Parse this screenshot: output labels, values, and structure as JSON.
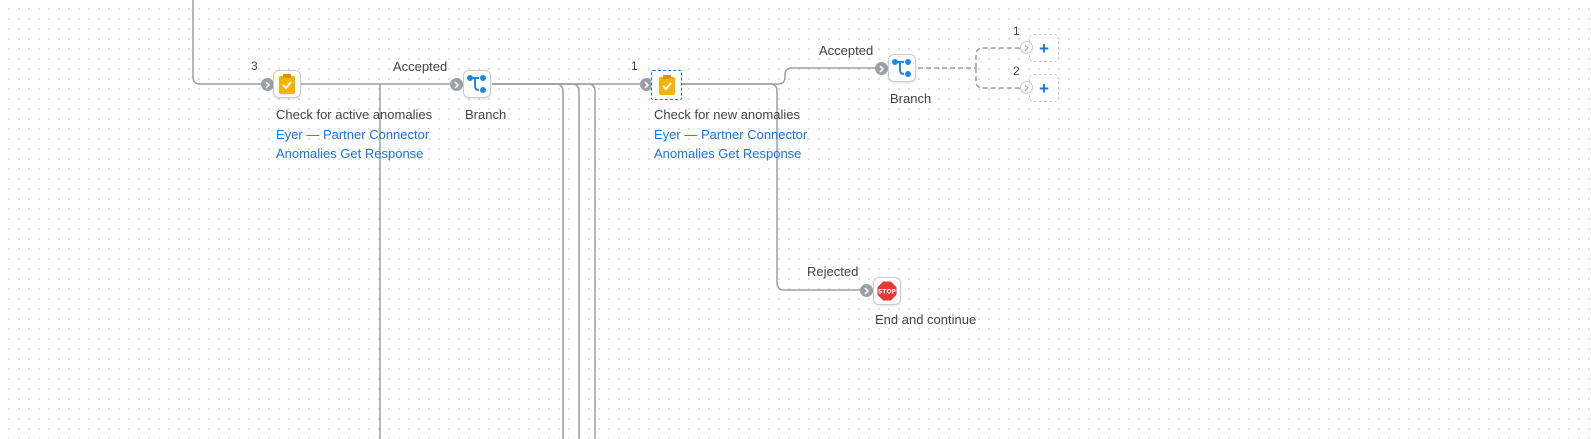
{
  "flow": {
    "step_active": {
      "number": "3",
      "title": "Check for active anomalies",
      "subtitle_line1": "Eyer — Partner Connector",
      "subtitle_line2": "Anomalies Get Response"
    },
    "branch_active": {
      "incoming_label": "Accepted",
      "title": "Branch"
    },
    "step_new": {
      "number": "1",
      "title": "Check for new anomalies",
      "subtitle_line1": "Eyer — Partner Connector",
      "subtitle_line2": "Anomalies Get Response"
    },
    "branch_new": {
      "incoming_label": "Accepted",
      "title": "Branch",
      "slots": [
        {
          "number": "1",
          "add_label": "+"
        },
        {
          "number": "2",
          "add_label": "+"
        }
      ]
    },
    "end_step": {
      "incoming_label": "Rejected",
      "title": "End and continue",
      "icon_text": "STOP"
    }
  },
  "icons": {
    "check_step": "clipboard-check-icon",
    "branch": "branch-icon",
    "stop": "stop-sign-icon",
    "port": "chevron-right-icon",
    "add": "plus-icon"
  },
  "colors": {
    "connector": "#9aa0a6",
    "accent_blue": "#1a73e8",
    "step_icon_yellow": "#f5b400",
    "stop_red": "#e53935",
    "branch_icon_blue": "#1e88e5"
  }
}
